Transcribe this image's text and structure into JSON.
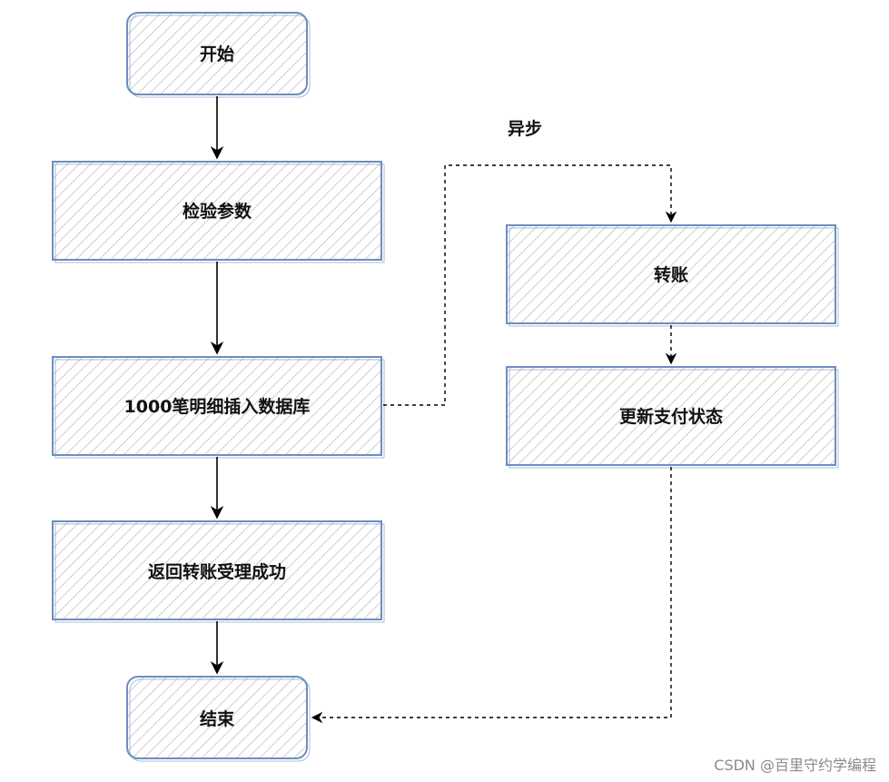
{
  "colors": {
    "box_stroke": "#6c8ebf",
    "hatch": "#a8a8a8",
    "line": "#000000"
  },
  "nodes": {
    "start": {
      "label": "开始"
    },
    "validate": {
      "label": "检验参数"
    },
    "insert": {
      "label": "1000笔明细插入数据库"
    },
    "return_success": {
      "label": "返回转账受理成功"
    },
    "end": {
      "label": "结束"
    },
    "transfer": {
      "label": "转账"
    },
    "update_status": {
      "label": "更新支付状态"
    }
  },
  "edges": {
    "async_label": "异步"
  },
  "watermark": "CSDN @百里守约学编程"
}
